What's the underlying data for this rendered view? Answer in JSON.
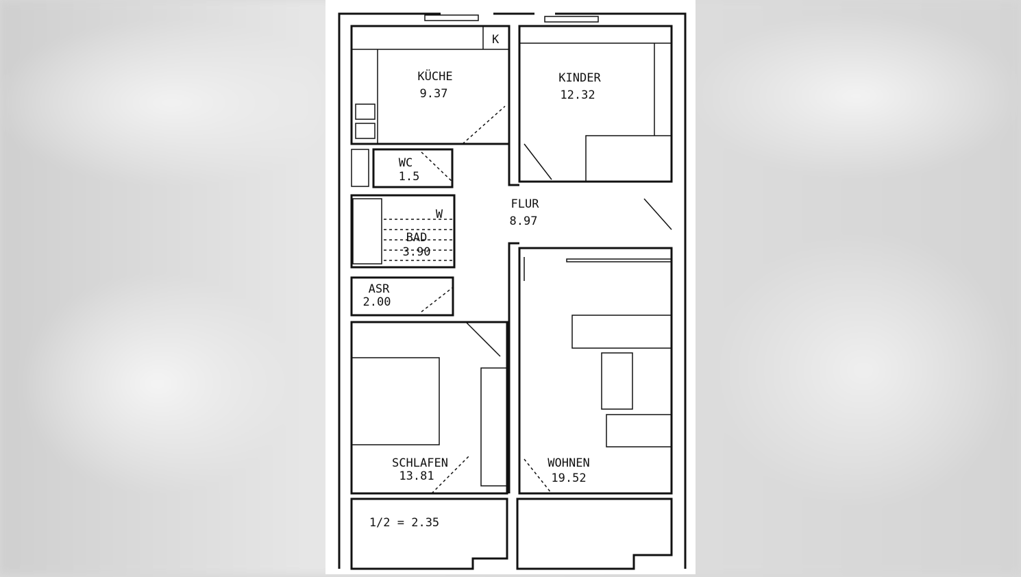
{
  "rooms": {
    "kueche": {
      "name": "KÜCHE",
      "area": "9.37"
    },
    "kinder": {
      "name": "KINDER",
      "area": "12.32"
    },
    "wc": {
      "name": "WC",
      "area": "1.5"
    },
    "bad": {
      "name": "BAD",
      "area": "3.90"
    },
    "flur": {
      "name": "FLUR",
      "area": "8.97"
    },
    "asr": {
      "name": "ASR",
      "area": "2.00"
    },
    "schlafen": {
      "name": "SCHLAFEN",
      "area": "13.81"
    },
    "wohnen": {
      "name": "WOHNEN",
      "area": "19.52"
    },
    "balkon": {
      "label": "1/2 = 2.35"
    }
  },
  "marks": {
    "k": "K",
    "w": "W"
  }
}
